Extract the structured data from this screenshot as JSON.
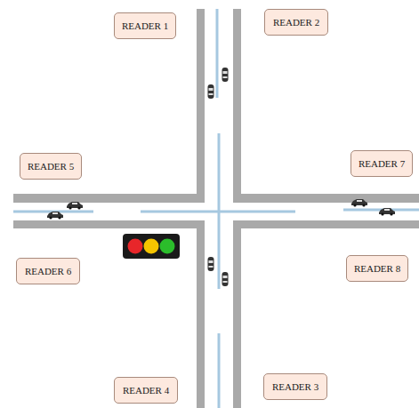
{
  "diagram": {
    "nodes": [
      {
        "text": [
          "READER 1"
        ]
      },
      {
        "text": [
          "READER 2"
        ]
      },
      {
        "text": [
          "READER 5"
        ]
      },
      {
        "text": [
          "READER 7"
        ]
      },
      {
        "text": [
          "READER 6"
        ]
      },
      {
        "text": [
          "READER 8"
        ]
      },
      {
        "text": [
          "READER 4"
        ]
      },
      {
        "text": [
          "READER 3"
        ]
      }
    ]
  }
}
